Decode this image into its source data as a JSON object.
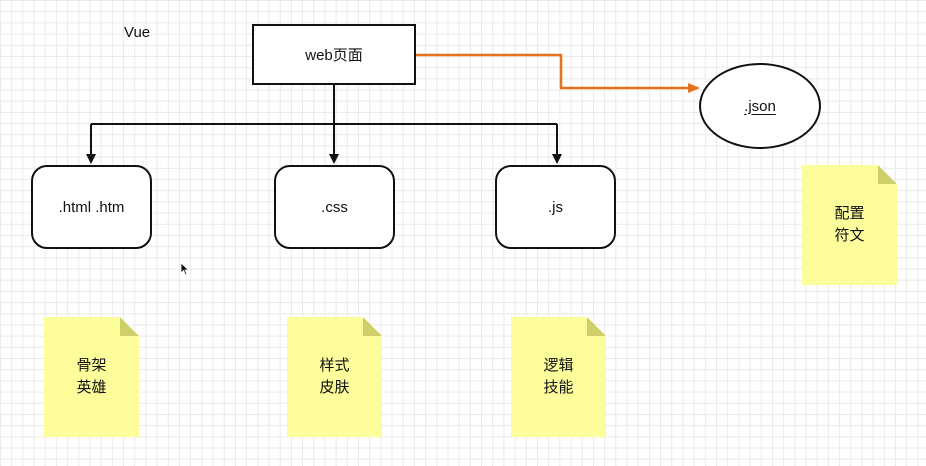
{
  "title": "Vue",
  "nodes": {
    "root": "web页面",
    "html": ".html .htm",
    "css": ".css",
    "js": ".js",
    "json": ".json"
  },
  "notes": {
    "html": "骨架\n英雄",
    "css": "样式\n皮肤",
    "js": "逻辑\n技能",
    "json": "配置\n符文"
  },
  "colors": {
    "connector": "#111111",
    "json_arrow": "#e5731e",
    "note_fill": "#fdfd9c"
  }
}
